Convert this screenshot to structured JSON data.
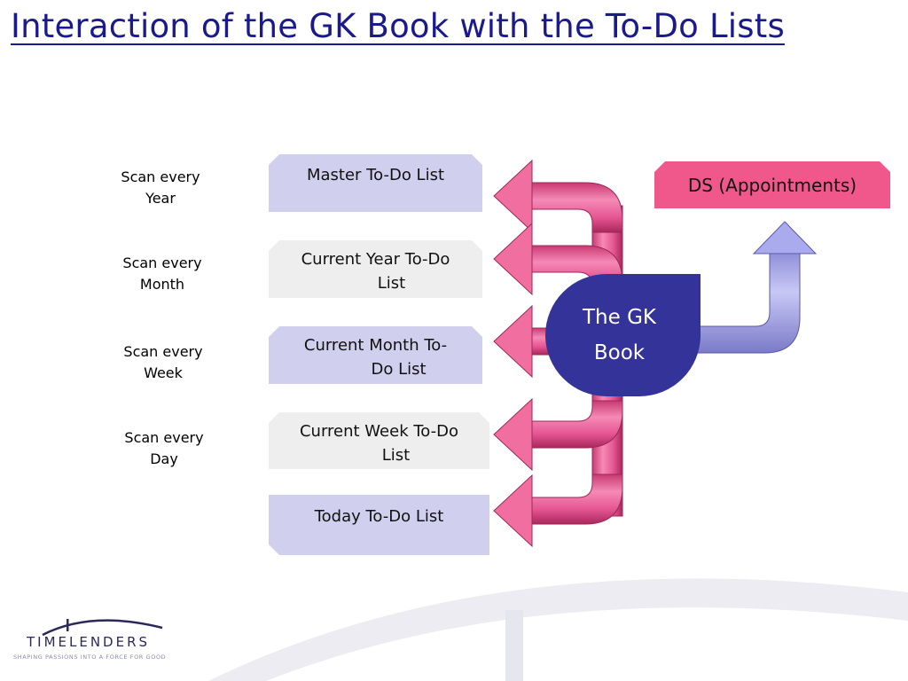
{
  "title": "Interaction of the GK Book with the To-Do Lists",
  "scan_labels": [
    {
      "line1": "Scan every",
      "line2": "Year"
    },
    {
      "line1": "Scan every",
      "line2": "Month"
    },
    {
      "line1": "Scan every",
      "line2": "Week"
    },
    {
      "line1": "Scan every",
      "line2": "Day"
    }
  ],
  "todo_lists": [
    {
      "line1": "Master To-Do List",
      "line2": ""
    },
    {
      "line1": "Current Year To-Do",
      "line2": "List"
    },
    {
      "line1": "Current Month To-",
      "line2": "Do List"
    },
    {
      "line1": "Current Week To-Do",
      "line2": "List"
    },
    {
      "line1": "Today To-Do List",
      "line2": ""
    }
  ],
  "gk_book": {
    "line1": "The GK",
    "line2": "Book"
  },
  "ds": "DS (Appointments)",
  "logo": {
    "name": "TIMELENDERS",
    "tagline": "SHAPING PASSIONS INTO A FORCE FOR GOOD"
  },
  "colors": {
    "title": "#1a1a8c",
    "box_lavender": "#d0d0ee",
    "box_gray": "#eeeeee",
    "arrow_pink": "#f06ea0",
    "gk_book": "#333399",
    "ds_box": "#f0588c",
    "arrow_lavender": "#aaaaee"
  }
}
